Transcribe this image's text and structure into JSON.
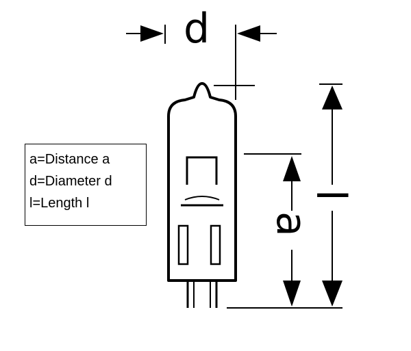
{
  "diagram": {
    "dimension_labels": {
      "diameter": "d",
      "distance": "a",
      "length": "l"
    },
    "legend": {
      "items": [
        "a=Distance a",
        "d=Diameter d",
        "l=Length l"
      ]
    },
    "colors": {
      "stroke": "#000000",
      "background": "#ffffff"
    }
  }
}
